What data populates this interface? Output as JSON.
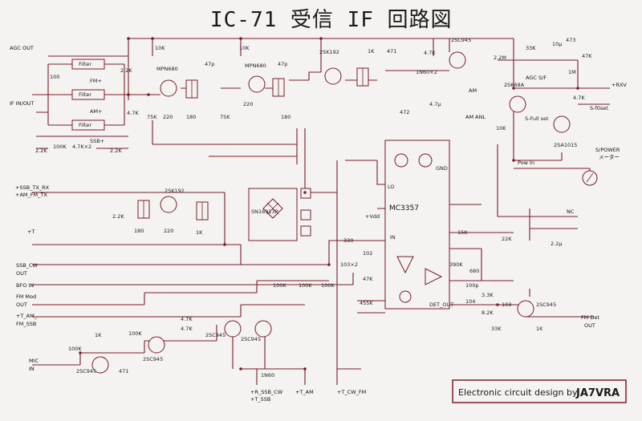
{
  "title": "IC-71 受信 IF 回路図",
  "credit": {
    "prefix": "Electronic circuit design  by",
    "author": "JA7VRA"
  },
  "ports_left": [
    "AGC OUT",
    "IF IN/OUT",
    "+SSB_TX_RX",
    "+AM_FM_TX",
    "+T",
    "SSB_CW",
    "OUT",
    "BFO IN",
    "FM Mod",
    "OUT",
    "+T_AM_",
    "FM_SSB",
    "MIC",
    "IN"
  ],
  "ports_right": [
    "+RXV",
    "S-f0set",
    "S/POWER",
    "メーター",
    "NC",
    "FM Det",
    "OUT"
  ],
  "ports_bottom": [
    "+R_SSB_CW",
    "+T_SSB",
    "+T_AM",
    "+T_CW_FM"
  ],
  "signals": [
    "AM",
    "AM ANL",
    "Pow In",
    "AGC S/F",
    "S-Full set",
    "+Vdd"
  ],
  "ics": [
    "MC3357",
    "SN16913P"
  ],
  "transistors": [
    "2SC945",
    "2SK192",
    "MPN680",
    "2SK68A",
    "2SA1015"
  ],
  "filter_labels": [
    "Filter",
    "FM+",
    "AM+",
    "SSB+"
  ],
  "ic_pins": [
    "Vdd",
    "GND",
    "LO",
    "IN",
    "DET_OUT"
  ],
  "values": [
    "10K",
    "47p",
    "2.2K",
    "4.7K",
    "100",
    "220",
    "180",
    "75K",
    "1K",
    "471",
    "1N60×2",
    "472",
    "4.7μ",
    "33K",
    "10μ",
    "473",
    "2.2M",
    "1M",
    "100K",
    "103",
    "103×2",
    "330",
    "455K",
    "390K",
    "680",
    "3.3K",
    "8.2K",
    "100p",
    "22K",
    "15K",
    "2.2μ",
    "4.7K×2",
    "102",
    "104",
    "47K",
    "1N60"
  ]
}
